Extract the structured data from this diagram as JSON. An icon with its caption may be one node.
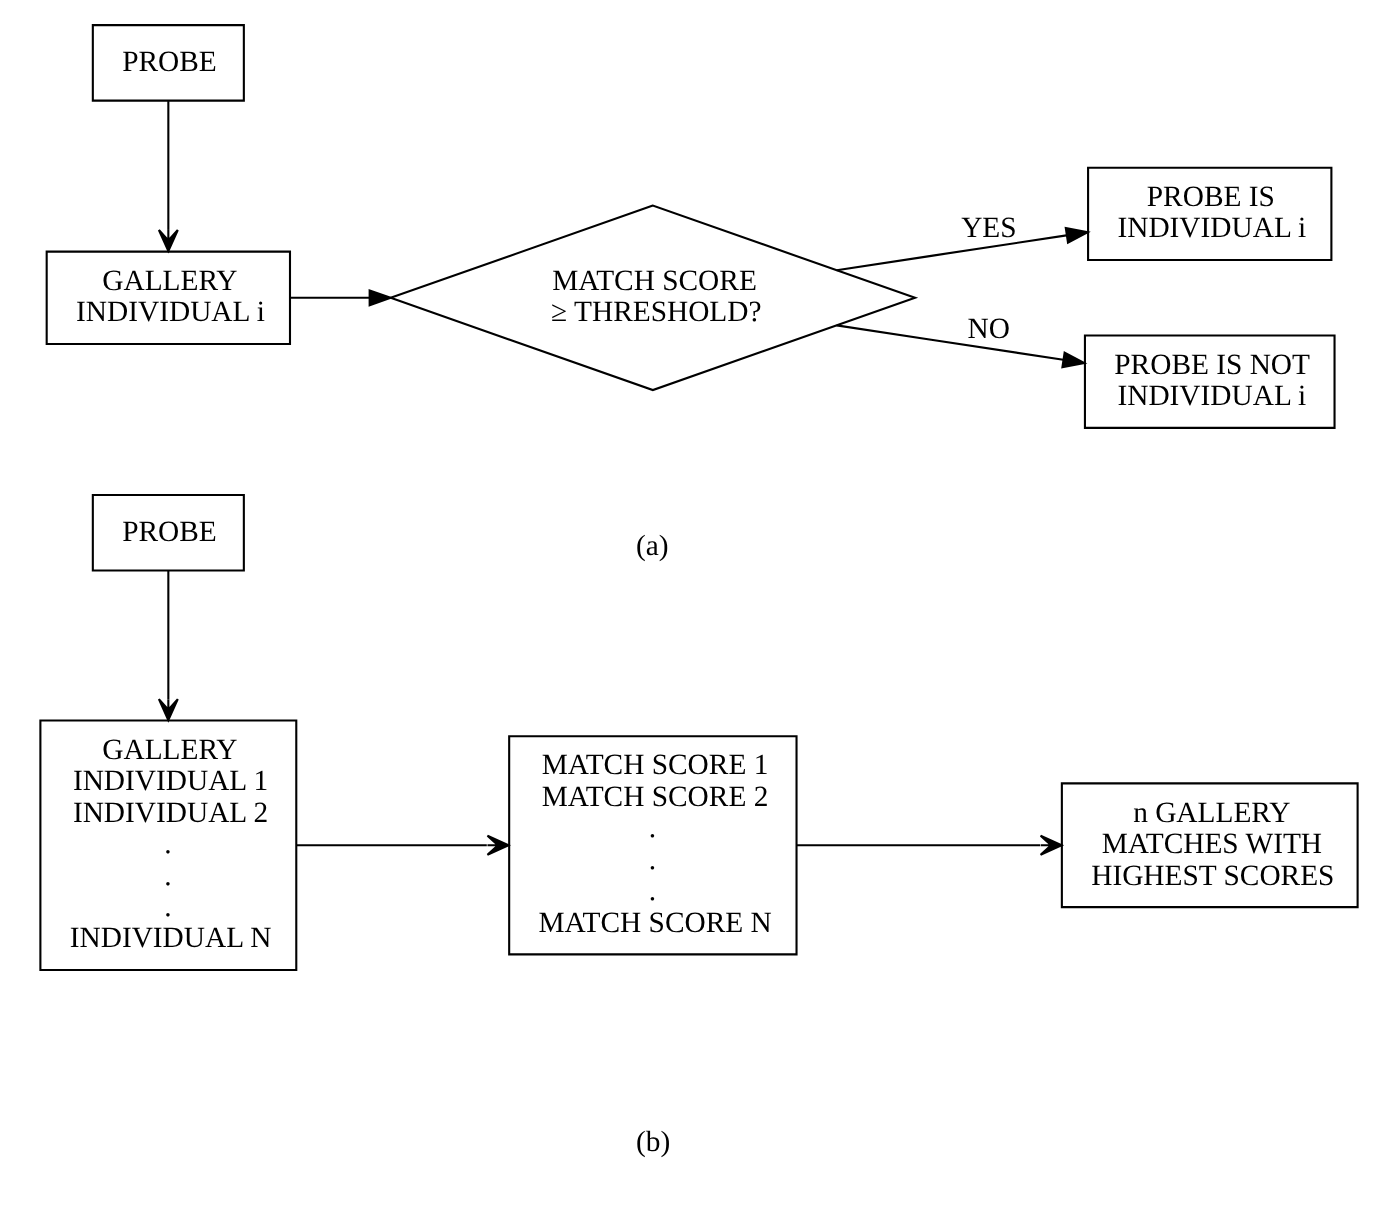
{
  "diagram": {
    "nodes": [
      {
        "text": [
          "PROBE"
        ]
      },
      {
        "text": [
          "GALLERY",
          "INDIVIDUAL i"
        ]
      },
      {
        "text": [
          "MATCH SCORE ≥ THRESHOLD?"
        ]
      },
      {
        "text": [
          "PROBE IS INDIVIDUAL i"
        ]
      },
      {
        "text": [
          "PROBE IS NOT INDIVIDUAL i"
        ]
      },
      {
        "text": [
          "PROBE"
        ]
      },
      {
        "text": [
          "GALLERY",
          "INDIVIDUAL 1",
          "INDIVIDUAL 2",
          ".",
          ".",
          ".",
          "INDIVIDUAL N"
        ]
      },
      {
        "text": [
          "MATCH SCORE 1",
          "MATCH SCORE 2",
          ".",
          ".",
          ".",
          "MATCH SCORE N"
        ]
      },
      {
        "text": [
          "n GALLERY MATCHES WITH HIGHEST SCORES"
        ]
      }
    ],
    "edges": [
      {
        "from": 0,
        "to": 1,
        "arrow": "to"
      },
      {
        "from": 1,
        "to": 2,
        "arrow": "to"
      },
      {
        "from": 2,
        "to": 3,
        "arrow": "to",
        "label": "YES"
      },
      {
        "from": 2,
        "to": 4,
        "arrow": "to",
        "label": "NO"
      },
      {
        "from": 5,
        "to": 6,
        "arrow": "to"
      },
      {
        "from": 6,
        "to": 7,
        "arrow": "to"
      },
      {
        "from": 7,
        "to": 8,
        "arrow": "to"
      }
    ],
    "labels": [
      "(a)",
      "(b)"
    ]
  }
}
